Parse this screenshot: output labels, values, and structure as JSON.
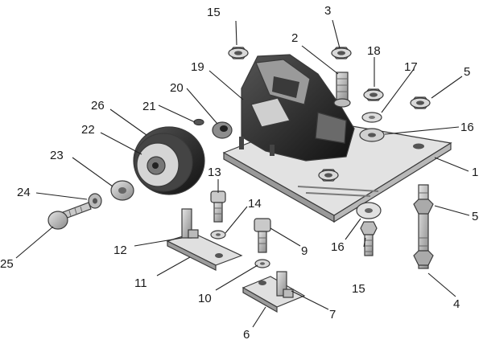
{
  "diagram": {
    "parts": [
      {
        "id": "p1",
        "label": "1"
      },
      {
        "id": "p2",
        "label": "2"
      },
      {
        "id": "p3",
        "label": "3"
      },
      {
        "id": "p4",
        "label": "4"
      },
      {
        "id": "p5a",
        "label": "5"
      },
      {
        "id": "p5b",
        "label": "5"
      },
      {
        "id": "p6",
        "label": "6"
      },
      {
        "id": "p7",
        "label": "7"
      },
      {
        "id": "p9",
        "label": "9"
      },
      {
        "id": "p10",
        "label": "10"
      },
      {
        "id": "p11",
        "label": "11"
      },
      {
        "id": "p12",
        "label": "12"
      },
      {
        "id": "p13",
        "label": "13"
      },
      {
        "id": "p14",
        "label": "14"
      },
      {
        "id": "p15a",
        "label": "15"
      },
      {
        "id": "p15b",
        "label": "15"
      },
      {
        "id": "p16a",
        "label": "16"
      },
      {
        "id": "p16b",
        "label": "16"
      },
      {
        "id": "p17",
        "label": "17"
      },
      {
        "id": "p18",
        "label": "18"
      },
      {
        "id": "p19",
        "label": "19"
      },
      {
        "id": "p20",
        "label": "20"
      },
      {
        "id": "p21",
        "label": "21"
      },
      {
        "id": "p22",
        "label": "22"
      },
      {
        "id": "p23",
        "label": "23"
      },
      {
        "id": "p24",
        "label": "24"
      },
      {
        "id": "p25",
        "label": "25"
      },
      {
        "id": "p26",
        "label": "26"
      }
    ],
    "colors": {
      "ink": "#1a1a1a",
      "dark": "#2b2b2b",
      "mid": "#8c8c8c",
      "light": "#cfcfcf",
      "paper": "#ffffff"
    }
  }
}
